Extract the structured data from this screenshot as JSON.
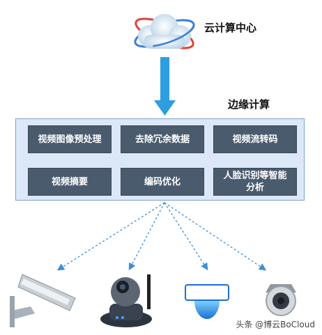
{
  "cloud": {
    "label": "云计算中心",
    "icon": "cloud-icon"
  },
  "edge": {
    "label": "边缘计算",
    "modules": [
      "视频图像预处理",
      "去除冗余数据",
      "视频流转码",
      "视频摘要",
      "编码优化",
      "人脸识别等智能\n分析"
    ]
  },
  "devices": [
    "bullet-camera-icon",
    "ptz-camera-icon",
    "dome-camera-icon",
    "fisheye-camera-icon"
  ],
  "watermark": "头条 @博云BoCloud",
  "colors": {
    "arrow": "#2d9ee0",
    "module": "#4a5b6e",
    "edge_box": "#dce8f8",
    "dashed": "#3a8fd8"
  }
}
